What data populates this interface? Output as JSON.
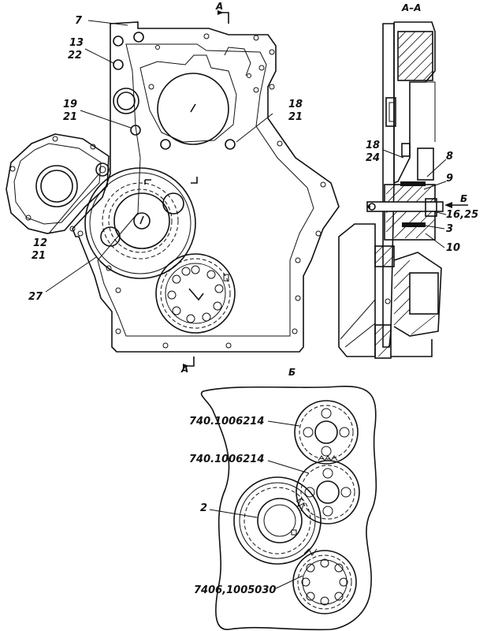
{
  "section_labels": {
    "top_arrow": "A",
    "bottom_arrow": "A",
    "section_view": "A–A",
    "view_b_arrow": "Б",
    "view_b_title": "Б"
  },
  "callouts": {
    "c7": "7",
    "c13": "13",
    "c22": "22",
    "c19": "19",
    "c21a": "21",
    "c18a": "18",
    "c21b": "21",
    "c12": "12",
    "c21c": "21",
    "c27": "27",
    "c18b": "18",
    "c24": "24",
    "c8": "8",
    "c9": "9",
    "c1625": "16,25",
    "c3": "3",
    "c10": "10"
  },
  "view_b_callouts": {
    "gear_top": "740.1006214",
    "gear_mid": "740.1006214",
    "gear_left": "2",
    "gear_bottom": "7406,1005030"
  }
}
